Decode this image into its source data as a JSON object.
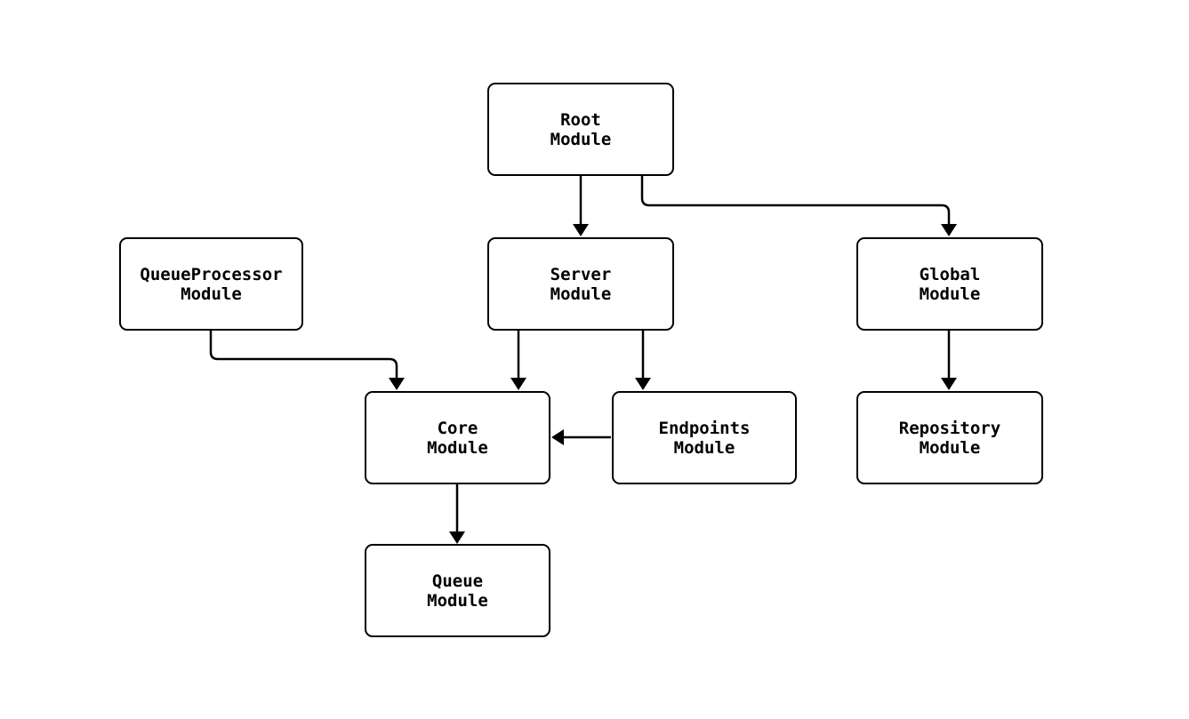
{
  "diagram": {
    "type": "module-dependency-graph",
    "colors": {
      "background": "#ffffff",
      "node_fill": "#ffffff",
      "node_border": "#000000",
      "edge": "#000000",
      "text": "#000000"
    },
    "nodes": [
      {
        "id": "root",
        "label": "Root\nModule"
      },
      {
        "id": "queueprocessor",
        "label": "QueueProcessor\nModule"
      },
      {
        "id": "server",
        "label": "Server\nModule"
      },
      {
        "id": "global",
        "label": "Global\nModule"
      },
      {
        "id": "core",
        "label": "Core\nModule"
      },
      {
        "id": "endpoints",
        "label": "Endpoints\nModule"
      },
      {
        "id": "repository",
        "label": "Repository\nModule"
      },
      {
        "id": "queue",
        "label": "Queue\nModule"
      }
    ],
    "edges": [
      {
        "from": "Root Module",
        "to": "Server Module"
      },
      {
        "from": "Root Module",
        "to": "Global Module"
      },
      {
        "from": "QueueProcessor Module",
        "to": "Core Module"
      },
      {
        "from": "Server Module",
        "to": "Core Module"
      },
      {
        "from": "Server Module",
        "to": "Endpoints Module"
      },
      {
        "from": "Global Module",
        "to": "Repository Module"
      },
      {
        "from": "Endpoints Module",
        "to": "Core Module"
      },
      {
        "from": "Core Module",
        "to": "Queue Module"
      }
    ]
  }
}
